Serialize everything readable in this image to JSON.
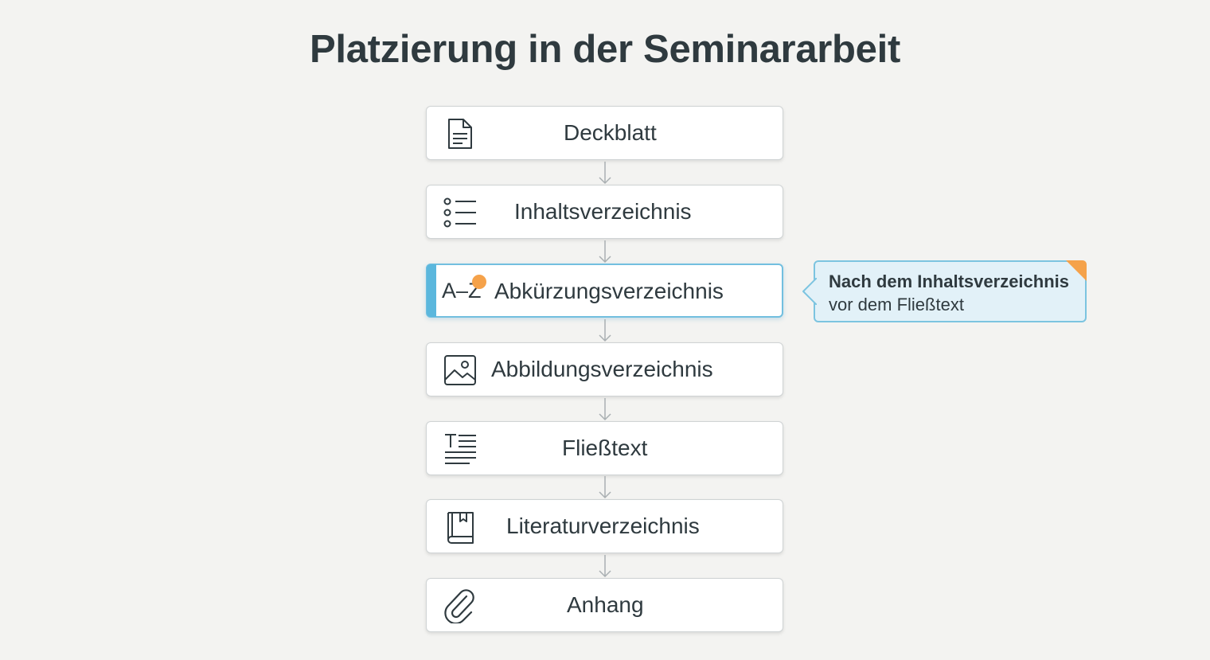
{
  "title": "Platzierung in der Seminararbeit",
  "steps": [
    {
      "label": "Deckblatt",
      "icon": "document-icon"
    },
    {
      "label": "Inhaltsverzeichnis",
      "icon": "list-icon"
    },
    {
      "label": "Abkürzungsverzeichnis",
      "icon": "a-z-icon",
      "icon_text": "A–Z",
      "highlighted": true
    },
    {
      "label": "Abbildungsverzeichnis",
      "icon": "image-icon"
    },
    {
      "label": "Fließtext",
      "icon": "text-icon"
    },
    {
      "label": "Literaturverzeichnis",
      "icon": "book-icon"
    },
    {
      "label": "Anhang",
      "icon": "paperclip-icon"
    }
  ],
  "callout": {
    "line1": "Nach dem Inhaltsverzeichnis",
    "line2": "vor dem Fließtext"
  },
  "colors": {
    "background": "#f3f3f1",
    "text": "#2f3a3f",
    "accent": "#5bb7dd",
    "callout_bg": "#e2f1f8",
    "marker": "#f5a24a",
    "connector": "#a9afb2"
  }
}
